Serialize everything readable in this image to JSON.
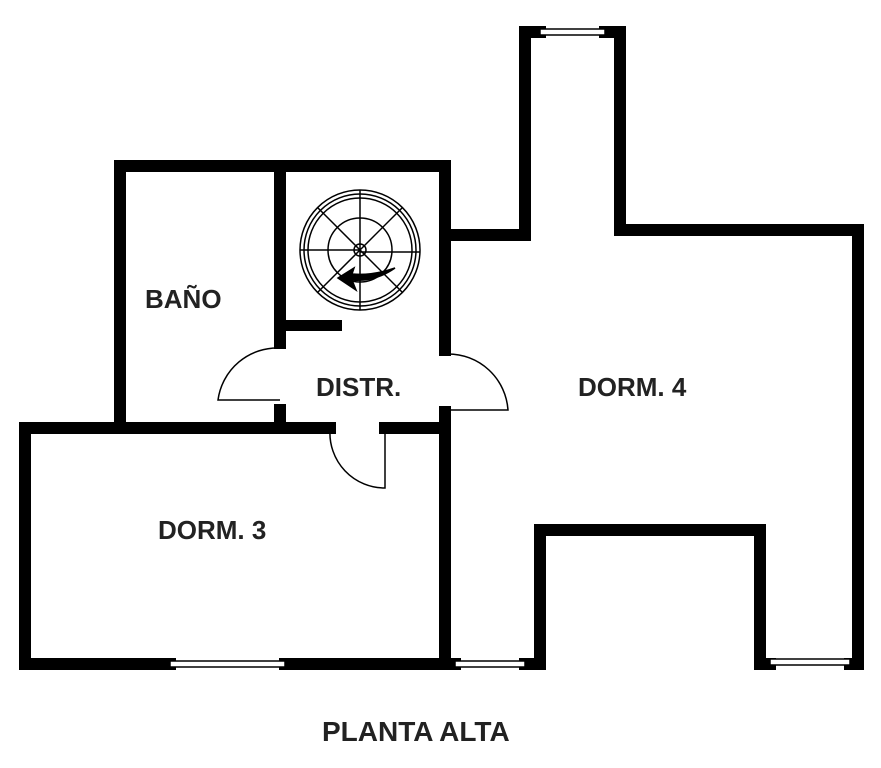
{
  "plan": {
    "title": "PLANTA ALTA",
    "rooms": [
      {
        "id": "bano",
        "label": "BAÑO"
      },
      {
        "id": "distr",
        "label": "DISTR."
      },
      {
        "id": "dorm4",
        "label": "DORM. 4"
      },
      {
        "id": "dorm3",
        "label": "DORM. 3"
      }
    ],
    "colors": {
      "wall": "#000000",
      "text": "#222222",
      "background": "#ffffff"
    }
  }
}
